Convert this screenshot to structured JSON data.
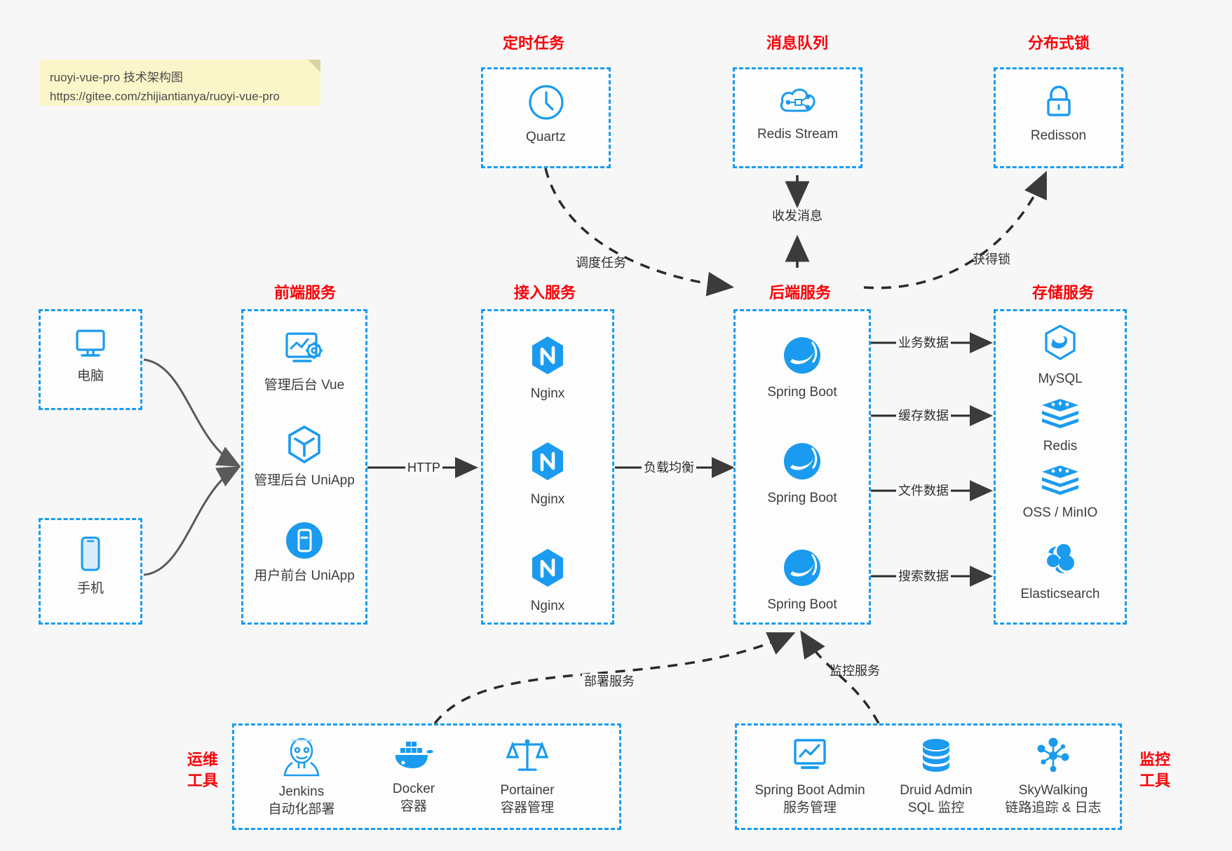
{
  "note": {
    "line1": "ruoyi-vue-pro 技术架构图",
    "line2": "https://gitee.com/zhijiantianya/ruoyi-vue-pro"
  },
  "colors": {
    "accent_blue": "#1a9bef",
    "title_red": "#fb0007",
    "text": "#3d3d3d",
    "note_bg": "#fbf6c9",
    "canvas": "#f7f7f7"
  },
  "groups": {
    "scheduler": {
      "title": "定时任务",
      "items": [
        {
          "label": "Quartz",
          "icon": "clock-icon"
        }
      ]
    },
    "mq": {
      "title": "消息队列",
      "items": [
        {
          "label": "Redis Stream",
          "icon": "cloud-network-icon"
        }
      ]
    },
    "lock": {
      "title": "分布式锁",
      "items": [
        {
          "label": "Redisson",
          "icon": "padlock-icon"
        }
      ]
    },
    "clients": {
      "items": [
        {
          "label": "电脑",
          "icon": "desktop-icon"
        },
        {
          "label": "手机",
          "icon": "mobile-icon"
        }
      ]
    },
    "frontend": {
      "title": "前端服务",
      "items": [
        {
          "label": "管理后台 Vue",
          "icon": "dashboard-gear-icon"
        },
        {
          "label": "管理后台 UniApp",
          "icon": "hexagon-cube-icon"
        },
        {
          "label": "用户前台 UniApp",
          "icon": "app-circle-icon"
        }
      ]
    },
    "gateway": {
      "title": "接入服务",
      "items": [
        {
          "label": "Nginx",
          "icon": "nginx-icon"
        },
        {
          "label": "Nginx",
          "icon": "nginx-icon"
        },
        {
          "label": "Nginx",
          "icon": "nginx-icon"
        }
      ]
    },
    "backend": {
      "title": "后端服务",
      "items": [
        {
          "label": "Spring Boot",
          "icon": "spring-leaf-icon"
        },
        {
          "label": "Spring Boot",
          "icon": "spring-leaf-icon"
        },
        {
          "label": "Spring Boot",
          "icon": "spring-leaf-icon"
        }
      ]
    },
    "storage": {
      "title": "存储服务",
      "items": [
        {
          "label": "MySQL",
          "icon": "mysql-dolphin-icon"
        },
        {
          "label": "Redis",
          "icon": "redis-stack-icon"
        },
        {
          "label": "OSS / MinIO",
          "icon": "redis-stack-icon"
        },
        {
          "label": "Elasticsearch",
          "icon": "elasticsearch-icon"
        }
      ]
    },
    "devops": {
      "title_line1": "运维",
      "title_line2": "工具",
      "items": [
        {
          "label": "Jenkins",
          "sub": "自动化部署",
          "icon": "jenkins-butler-icon"
        },
        {
          "label": "Docker",
          "sub": "容器",
          "icon": "docker-whale-icon"
        },
        {
          "label": "Portainer",
          "sub": "容器管理",
          "icon": "scales-icon"
        }
      ]
    },
    "monitor": {
      "title_line1": "监控",
      "title_line2": "工具",
      "items": [
        {
          "label": "Spring Boot Admin",
          "sub": "服务管理",
          "icon": "monitor-chart-icon"
        },
        {
          "label": "Druid Admin",
          "sub": "SQL 监控",
          "icon": "database-icon"
        },
        {
          "label": "SkyWalking",
          "sub": "链路追踪 & 日志",
          "icon": "skywalking-node-icon"
        }
      ]
    }
  },
  "edges": {
    "http": "HTTP",
    "load_balance": "负载均衡",
    "schedule_task": "调度任务",
    "send_receive_msg": "收发消息",
    "acquire_lock": "获得锁",
    "business_data": "业务数据",
    "cache_data": "缓存数据",
    "file_data": "文件数据",
    "search_data": "搜索数据",
    "deploy_service": "部署服务",
    "monitor_service": "监控服务"
  }
}
